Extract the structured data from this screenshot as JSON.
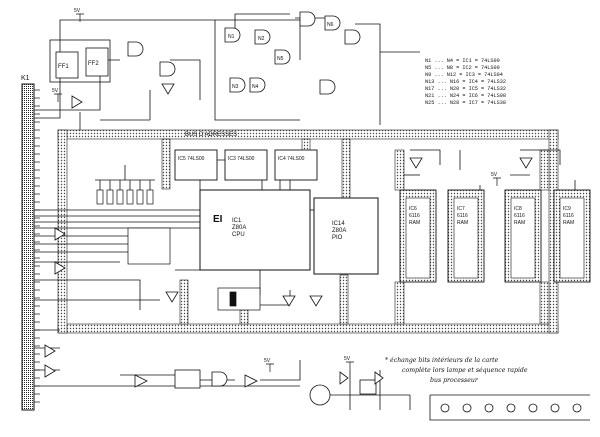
{
  "connector": {
    "label": "K1"
  },
  "bus": {
    "label": "BUS D'ADRESSES"
  },
  "cpu": {
    "lines": [
      "IC1",
      "Z80A",
      "CPU"
    ],
    "watermark": "EI"
  },
  "pio": {
    "lines": [
      "IC14",
      "Z80A",
      "PIO"
    ]
  },
  "latches": [
    {
      "label": "IC5 74LS00"
    },
    {
      "label": "IC3 74LS00"
    },
    {
      "label": "IC4 74LS00"
    }
  ],
  "flipflops": [
    {
      "label": "FF1"
    },
    {
      "label": "FF2"
    }
  ],
  "nand_gates": [
    {
      "label": "N1"
    },
    {
      "label": "N2"
    },
    {
      "label": "N3"
    },
    {
      "label": "N4"
    },
    {
      "label": "N5"
    },
    {
      "label": "N6"
    }
  ],
  "ram_chips": [
    {
      "lines": [
        "IC6",
        "6116",
        "RAM"
      ]
    },
    {
      "lines": [
        "IC7",
        "6116",
        "RAM"
      ]
    },
    {
      "lines": [
        "IC8",
        "6116",
        "RAM"
      ]
    },
    {
      "lines": [
        "IC9",
        "6116",
        "RAM"
      ]
    }
  ],
  "legend": [
    "N1 ... N4 = IC1 = 74LS00",
    "N5 ... N8 = IC2 = 74LS00",
    "N9 ... N12 = IC3 = 74LS04",
    "N13 ... N16 = IC4 = 74LS32",
    "N17 ... N20 = IC5 = 74LS32",
    "N21 ... N24 = IC6 = 74LS08",
    "N25 ... N28 = IC7 = 74LS38"
  ],
  "note": [
    "* échange bits intérieurs de la carte",
    "complète lors lampe et séquence rapide",
    "bus processeur"
  ],
  "supply": [
    {
      "label": "5V"
    },
    {
      "label": "5V"
    },
    {
      "label": "5V"
    },
    {
      "label": "5V"
    },
    {
      "label": "5V"
    }
  ]
}
